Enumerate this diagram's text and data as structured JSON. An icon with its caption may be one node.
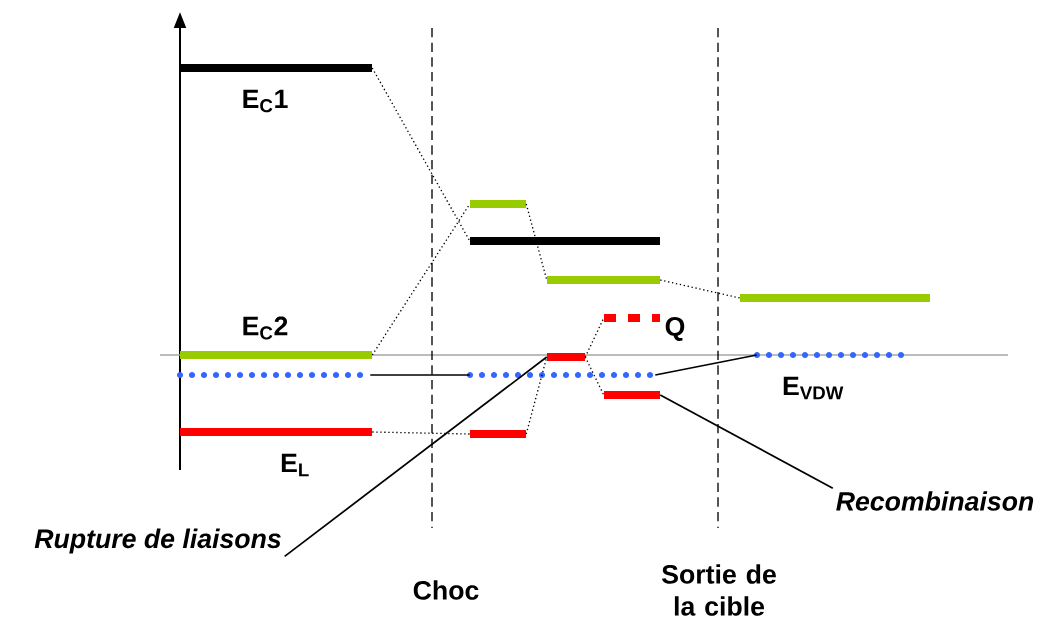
{
  "diagram": {
    "nodes": [
      {
        "text": [],
        "shape": "bar",
        "beside": [
          "E$_{C}$1"
        ]
      },
      {
        "text": [],
        "shape": "bar",
        "beside": [
          "E$_{C}$2"
        ]
      },
      {
        "text": [],
        "shape": "bar"
      },
      {
        "text": [],
        "shape": "bar",
        "beside": [
          "E$_{L}$"
        ]
      },
      {
        "text": [],
        "shape": "bar"
      },
      {
        "text": [],
        "shape": "bar"
      },
      {
        "text": [],
        "shape": "bar"
      },
      {
        "text": [],
        "shape": "bar"
      },
      {
        "text": [],
        "shape": "bar"
      },
      {
        "text": [],
        "shape": "bar"
      },
      {
        "text": [],
        "shape": "bar",
        "beside": [
          "Q"
        ]
      },
      {
        "text": [],
        "shape": "bar"
      },
      {
        "text": [],
        "shape": "bar"
      },
      {
        "text": [],
        "shape": "bar",
        "beside": [
          "E$_{VDW}$"
        ]
      },
      {
        "text": [
          "Rupture de liaisons"
        ]
      },
      {
        "text": [
          "Recombinaison"
        ]
      }
    ],
    "edges": [
      {
        "from": 0,
        "to": 5,
        "arrow": "none",
        "style": "dashed"
      },
      {
        "from": 1,
        "to": 4,
        "arrow": "none",
        "style": "dashed"
      },
      {
        "from": 2,
        "to": 6,
        "arrow": "none"
      },
      {
        "from": 3,
        "to": 7,
        "arrow": "none",
        "style": "dashed"
      },
      {
        "from": 4,
        "to": 8,
        "arrow": "none",
        "style": "dashed"
      },
      {
        "from": 7,
        "to": 9,
        "arrow": "none",
        "style": "dashed"
      },
      {
        "from": 9,
        "to": 10,
        "arrow": "none",
        "style": "dashed"
      },
      {
        "from": 9,
        "to": 11,
        "arrow": "none",
        "style": "dashed"
      },
      {
        "from": 8,
        "to": 12,
        "arrow": "none",
        "style": "dashed"
      },
      {
        "from": 6,
        "to": 13,
        "arrow": "none"
      },
      {
        "from": 14,
        "to": 9,
        "arrow": "none"
      },
      {
        "from": 15,
        "to": 11,
        "arrow": "none"
      }
    ],
    "labels": [
      "Choc",
      "Sortie de la cible"
    ]
  }
}
